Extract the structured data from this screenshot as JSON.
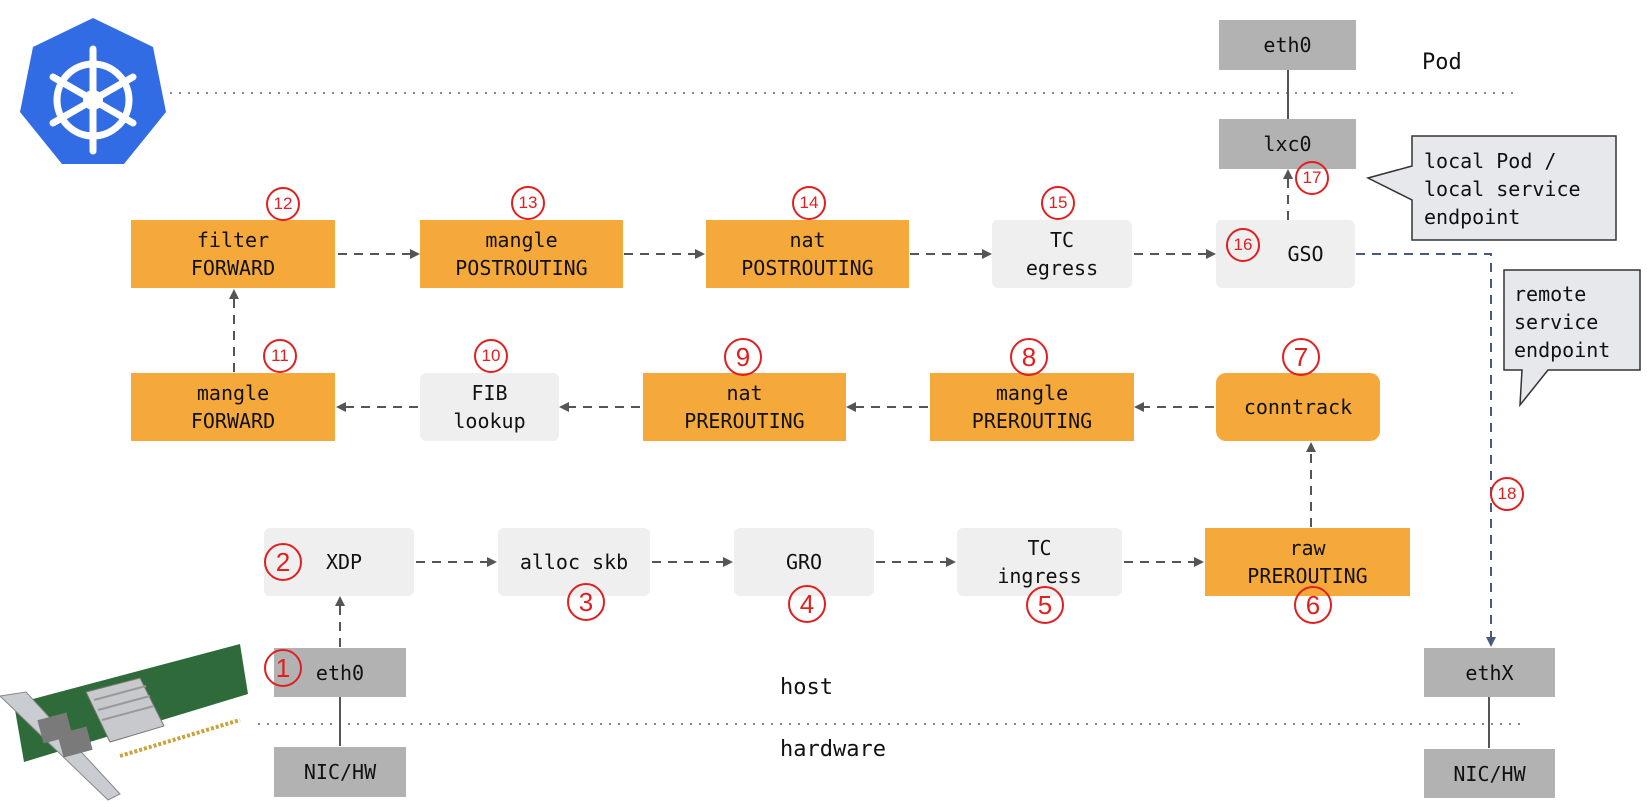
{
  "labels": {
    "pod": "Pod",
    "host": "host",
    "hardware": "hardware"
  },
  "boxes": {
    "pod_eth0": "eth0",
    "lxc0": "lxc0",
    "filter_forward": [
      "filter",
      "FORWARD"
    ],
    "mangle_postrouting": [
      "mangle",
      "POSTROUTING"
    ],
    "nat_postrouting": [
      "nat",
      "POSTROUTING"
    ],
    "tc_egress": [
      "TC",
      "egress"
    ],
    "gso": "GSO",
    "mangle_forward": [
      "mangle",
      "FORWARD"
    ],
    "fib_lookup": [
      "FIB",
      "lookup"
    ],
    "nat_prerouting": [
      "nat",
      "PREROUTING"
    ],
    "mangle_prerouting": [
      "mangle",
      "PREROUTING"
    ],
    "conntrack": "conntrack",
    "xdp": "XDP",
    "alloc_skb": "alloc skb",
    "gro": "GRO",
    "tc_ingress": [
      "TC",
      "ingress"
    ],
    "raw_prerouting": [
      "raw",
      "PREROUTING"
    ],
    "host_eth0": "eth0",
    "nic_hw_left": "NIC/HW",
    "ethx": "ethX",
    "nic_hw_right": "NIC/HW"
  },
  "callouts": {
    "local": [
      "local Pod /",
      "local service",
      "endpoint"
    ],
    "remote": [
      "remote",
      "service",
      "endpoint"
    ]
  },
  "steps": [
    "1",
    "2",
    "3",
    "4",
    "5",
    "6",
    "7",
    "8",
    "9",
    "10",
    "11",
    "12",
    "13",
    "14",
    "15",
    "16",
    "17",
    "18"
  ],
  "colors": {
    "orange": "#f6a93b",
    "gray": "#b2b2b2",
    "light": "#efefef",
    "step_red": "#e02020",
    "k8s_blue": "#326ce5",
    "arrow": "#555555",
    "arrow_remote": "#4a5a7a"
  },
  "icons": [
    "kubernetes-logo-icon",
    "nic-card-icon"
  ]
}
